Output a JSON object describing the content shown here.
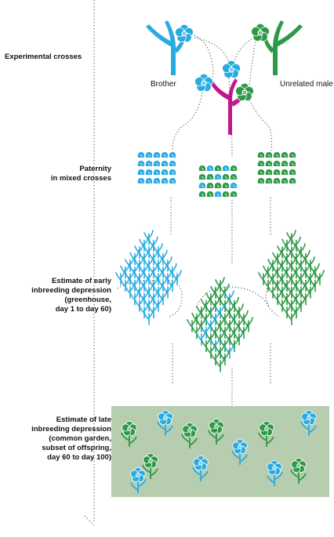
{
  "labels": {
    "experimental_crosses": "Experimental crosses",
    "paternity": "Paternity\nin mixed crosses",
    "early_id": "Estimate of early\ninbreeding depression\n(greenhouse,\nday 1 to day 60)",
    "late_id": "Estimate of late\ninbreeding depression\n(common garden,\nsubset of offspring,\nday 60 to day 100)"
  },
  "parents": {
    "brother": "Brother",
    "unrelated_male": "Unrelated male"
  },
  "colors": {
    "brother": "#29abe2",
    "unrelated": "#2e9a48",
    "mother": "#c4168f",
    "garden": "#b7cdb0",
    "text": "#111111",
    "dots": "#444444"
  },
  "icons": [
    "flower-icon",
    "plant-icon",
    "seed-icon",
    "seedling-icon"
  ]
}
